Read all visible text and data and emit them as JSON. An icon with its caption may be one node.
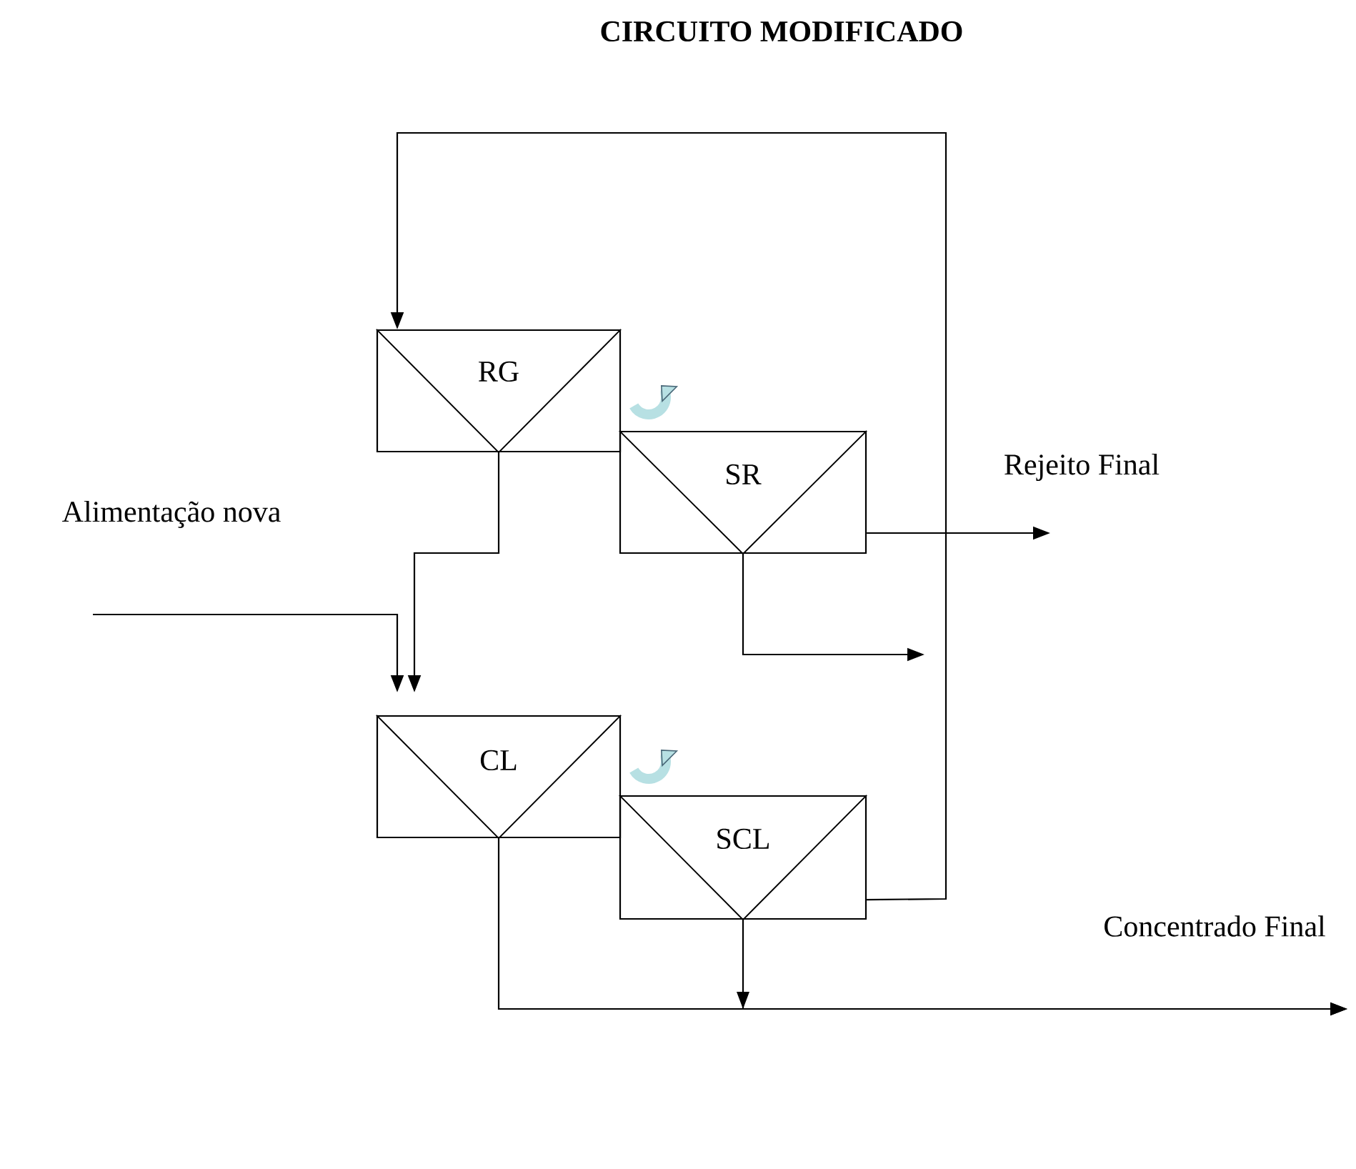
{
  "diagram": {
    "title": "CIRCUITO MODIFICADO",
    "nodes": [
      {
        "text": [
          "RG"
        ]
      },
      {
        "text": [
          "SR"
        ]
      },
      {
        "text": [
          "Rejeito Final"
        ]
      },
      {
        "text": [
          "Alimentação nova"
        ]
      },
      {
        "text": [
          "CL"
        ]
      },
      {
        "text": [
          "SCL"
        ]
      },
      {
        "text": [
          "Concentrado Final"
        ]
      }
    ],
    "edges": [
      {
        "from": 5,
        "to": 0,
        "arrow": "to"
      },
      {
        "from": 0,
        "to": 1,
        "arrow": "to",
        "style": "thick",
        "color": "#b7e0e3"
      },
      {
        "from": 1,
        "to": 2,
        "arrow": "to"
      },
      {
        "from": 1,
        "to": null,
        "arrow": "to"
      },
      {
        "from": 0,
        "to": 4,
        "arrow": "to"
      },
      {
        "from": 3,
        "to": 4,
        "arrow": "to"
      },
      {
        "from": 4,
        "to": 5,
        "arrow": "to",
        "style": "thick",
        "color": "#b7e0e3"
      },
      {
        "from": 4,
        "to": 6,
        "arrow": "to"
      },
      {
        "from": 5,
        "to": 6,
        "arrow": "to"
      }
    ]
  }
}
